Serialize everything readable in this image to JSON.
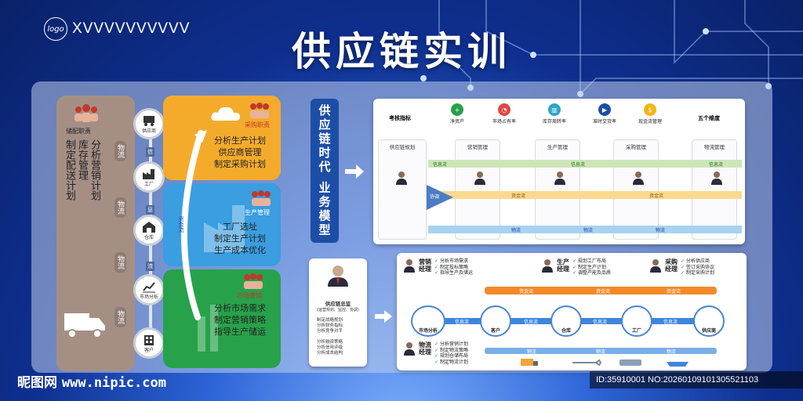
{
  "logo": {
    "circle_text": "logo",
    "text": "XVVVVVVVVVV"
  },
  "title": "供应链实训",
  "left": {
    "storage_role": "储配职责",
    "storage_col1": "分析营销计划",
    "storage_col2": "库存管理",
    "storage_col3": "制定配送计划",
    "flows": [
      "物流",
      "物流",
      "物流",
      "物流"
    ],
    "info_labels": [
      "信",
      "息",
      "流"
    ],
    "nodes": [
      "供应商",
      "工厂",
      "仓库",
      "市场分析",
      "客户"
    ],
    "fund_flow": "资金流",
    "procure": {
      "role": "采购职责",
      "lines": [
        "分析生产计划",
        "供应商管理",
        "制定采购计划"
      ]
    },
    "production": {
      "role": "生产管理",
      "lines": [
        "工厂选址",
        "制定生产计划",
        "生产成本优化"
      ]
    },
    "marketing": {
      "role": "市场营销",
      "lines": [
        "分析市场需求",
        "制定营销策略",
        "指导生产储运"
      ]
    }
  },
  "banner": "供应链时代 业务模型",
  "model": {
    "header": "考核指标",
    "right_header": "五个维度",
    "kpis": [
      {
        "label": "净资产",
        "color": "#27a04a",
        "icon": "plus-icon"
      },
      {
        "label": "市场占有率",
        "color": "#e04646",
        "icon": "pie-icon"
      },
      {
        "label": "库存周转率",
        "color": "#2aa6c9",
        "icon": "bar-icon"
      },
      {
        "label": "准时交货率",
        "color": "#1d4ea6",
        "icon": "truck-icon"
      },
      {
        "label": "现金流管理",
        "color": "#f2b516",
        "icon": "dollar-icon"
      }
    ],
    "columns": [
      "供应链规划",
      "营销管理",
      "生产管理",
      "采购管理",
      "物流管理"
    ],
    "info_flow": "信息流",
    "fund_flow": "资金流",
    "logistics": "物流",
    "coordinate": "协调"
  },
  "ceo": {
    "title": "供应链总监",
    "subtitle": "(运营规划、监控、协调)",
    "groups": [
      [
        "制定战略规划",
        "分析财务指标",
        "分析竞争对手"
      ],
      [
        "分析融资策略",
        "分析信用评级",
        "分析成本结构"
      ]
    ]
  },
  "bottom": {
    "roles": [
      {
        "name": [
          "营销",
          "经理"
        ],
        "items": [
          "分析市场需求",
          "制定投标策略",
          "指导生产及储运"
        ]
      },
      {
        "name": [
          "生产",
          "经理"
        ],
        "items": [
          "规划工厂布局",
          "制定生产计划",
          "调整产能及品质"
        ]
      },
      {
        "name": [
          "采购",
          "经理"
        ],
        "items": [
          "分析供应商",
          "签订采购协议",
          "制定采购计划"
        ]
      },
      {
        "name": [
          "物流",
          "经理"
        ],
        "items": [
          "分析营销计划",
          "制定物流策略",
          "规划仓储布局",
          "制定物流计划"
        ]
      }
    ],
    "stages": [
      "市场分析",
      "客户",
      "仓库",
      "工厂",
      "供应商"
    ],
    "info_flow": "信息流",
    "fund_flow": "资金流",
    "logistics": "物流"
  },
  "footer": {
    "site": "昵图网",
    "url": "www.nipic.com",
    "id": "ID:35910001 NO:20260109101305521103"
  }
}
